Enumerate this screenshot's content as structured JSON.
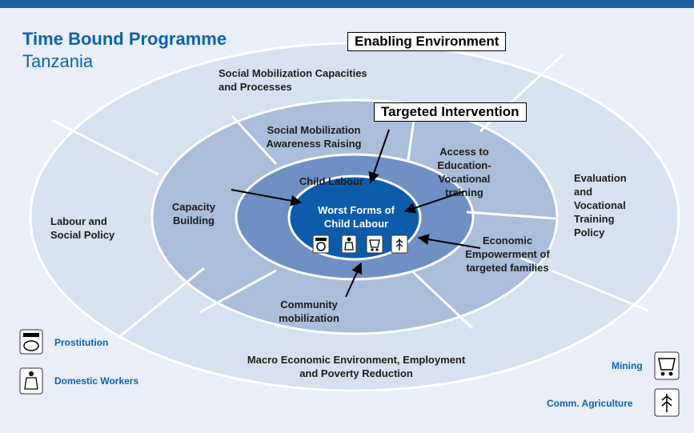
{
  "header": {
    "title": "Time Bound Programme",
    "subtitle": "Tanzania"
  },
  "diagram": {
    "outer_box_label": "Enabling Environment",
    "middle_box_label": "Targeted Intervention",
    "outer_segments": [
      {
        "text": "Social Mobilization Capacities and Processes"
      },
      {
        "text": "Labour and Social Policy"
      },
      {
        "text": "Evaluation and Vocational Training Policy"
      },
      {
        "text": "Macro Economic Environment, Employment and Poverty Reduction"
      }
    ],
    "middle_segments": [
      {
        "text": "Social Mobilization Awareness Raising"
      },
      {
        "text": "Access to Education- Vocational training"
      },
      {
        "text": "Capacity Building"
      },
      {
        "text": "Economic Empowerment of targeted families"
      },
      {
        "text": "Community mobilization"
      }
    ],
    "inner_ring_label": "Child Labour",
    "core_label": "Worst Forms of Child Labour",
    "core_icons": [
      "prostitution-icon",
      "domestic-workers-icon",
      "mining-icon",
      "agriculture-icon"
    ]
  },
  "legend": {
    "prostitution": "Prostitution",
    "domestic": "Domestic Workers",
    "mining": "Mining",
    "agriculture": "Comm. Agriculture"
  },
  "colors": {
    "brand": "#1f5fa8",
    "outer_ring": "#d8e1ef",
    "middle_ring": "#aabdda",
    "inner_ring": "#6f90c4",
    "core": "#0d5cab"
  }
}
